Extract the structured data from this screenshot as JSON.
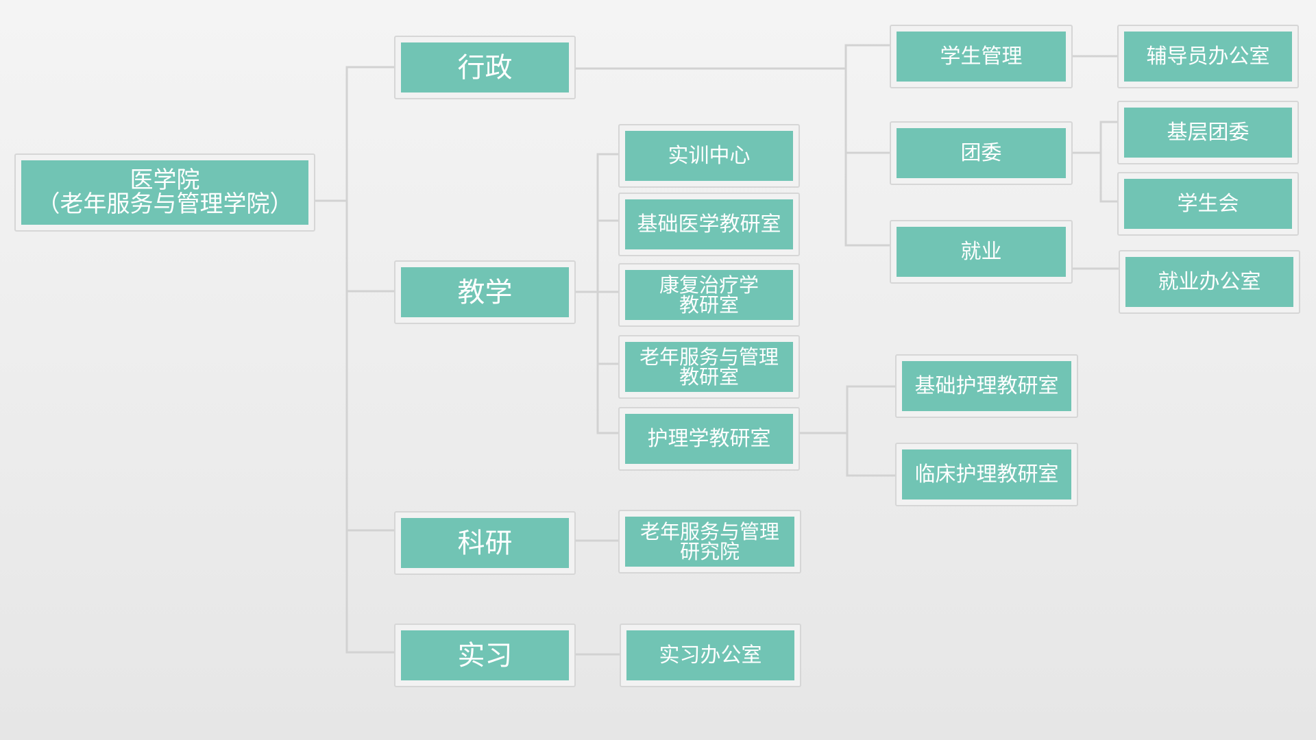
{
  "colors": {
    "node_fill": "#71c4b4",
    "node_text": "#ffffff",
    "frame_border": "#d6d6d6",
    "connector": "#d2d2d2"
  },
  "root": {
    "label": "医学院\n（老年服务与管理学院）"
  },
  "administration": {
    "label": "行政",
    "student_management": {
      "label": "学生管理",
      "counselor_office": "辅导员办公室"
    },
    "youth_league": {
      "label": "团委",
      "grassroots_league": "基层团委",
      "student_union": "学生会"
    },
    "employment": {
      "label": "就业",
      "employment_office": "就业办公室"
    }
  },
  "teaching": {
    "label": "教学",
    "training_center": "实训中心",
    "basic_medicine": "基础医学教研室",
    "rehabilitation": "康复治疗学\n教研室",
    "elderly_service": "老年服务与管理\n教研室",
    "nursing": {
      "label": "护理学教研室",
      "basic_nursing": "基础护理教研室",
      "clinical_nursing": "临床护理教研室"
    }
  },
  "research": {
    "label": "科研",
    "elderly_institute": "老年服务与管理\n研究院"
  },
  "internship": {
    "label": "实习",
    "internship_office": "实习办公室"
  }
}
